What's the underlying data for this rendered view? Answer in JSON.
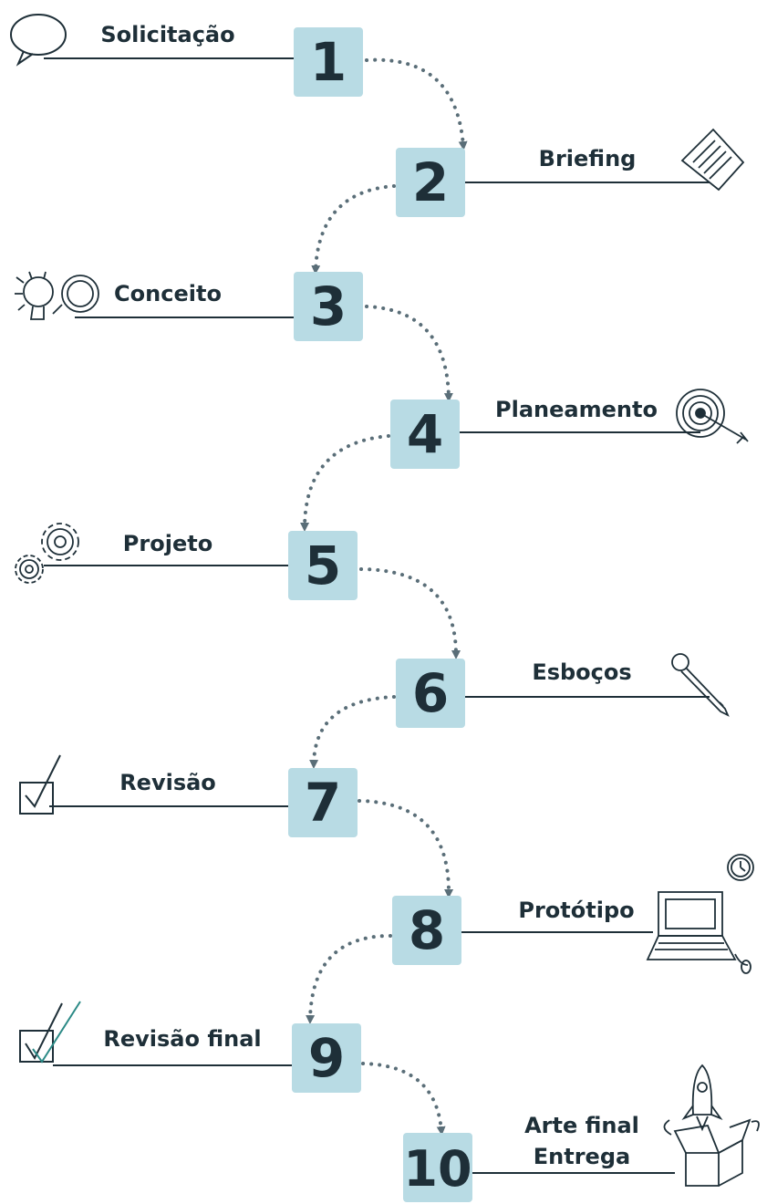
{
  "colors": {
    "box_fill": "#b8dbe4",
    "text_dark": "#1e2f38",
    "line": "#1e2f38",
    "arrow": "#5a6e78",
    "accent_check": "#2b8a86"
  },
  "steps": [
    {
      "number": "1",
      "label": "Solicitação",
      "side": "left",
      "icon": "speech-bubble-icon"
    },
    {
      "number": "2",
      "label": "Briefing",
      "side": "right",
      "icon": "document-icon"
    },
    {
      "number": "3",
      "label": "Conceito",
      "side": "left",
      "icon": "lightbulb-magnifier-icon"
    },
    {
      "number": "4",
      "label": "Planeamento",
      "side": "right",
      "icon": "target-icon"
    },
    {
      "number": "5",
      "label": "Projeto",
      "side": "left",
      "icon": "gears-icon"
    },
    {
      "number": "6",
      "label": "Esboços",
      "side": "right",
      "icon": "pencil-icon"
    },
    {
      "number": "7",
      "label": "Revisão",
      "side": "left",
      "icon": "checkbox-icon"
    },
    {
      "number": "8",
      "label": "Protótipo",
      "side": "right",
      "icon": "laptop-clock-icon"
    },
    {
      "number": "9",
      "label": "Revisão final",
      "side": "left",
      "icon": "double-checkbox-icon"
    },
    {
      "number": "10",
      "label": "Arte final",
      "label2": "Entrega",
      "side": "right",
      "icon": "rocket-box-icon"
    }
  ]
}
